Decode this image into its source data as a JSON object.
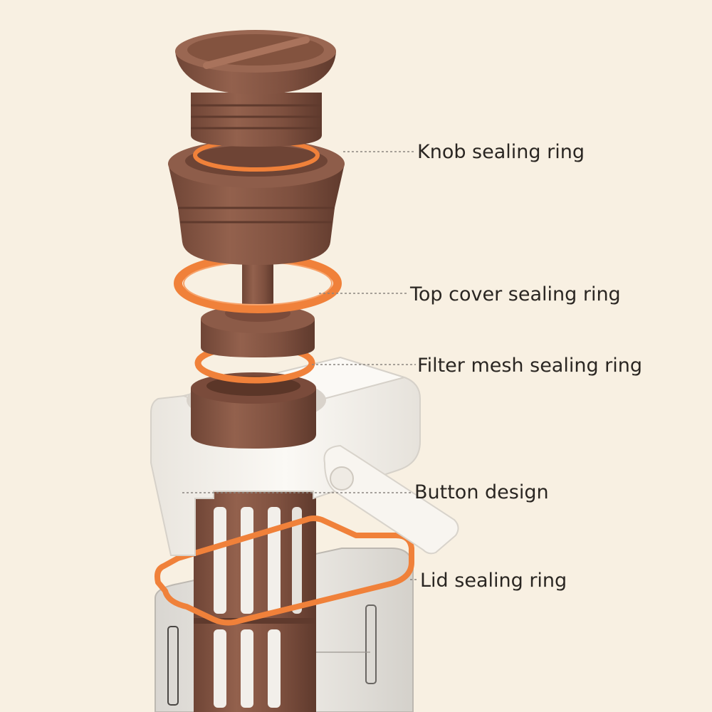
{
  "labels": {
    "knob_sealing_ring": "Knob sealing ring",
    "top_cover_sealing_ring": "Top cover sealing ring",
    "filter_mesh_sealing_ring": "Filter mesh sealing ring",
    "button_design": "Button design",
    "lid_sealing_ring": "Lid sealing ring"
  },
  "colors": {
    "background": "#f8f0e2",
    "brown_part": "#8a5a48",
    "brown_dark": "#6f4536",
    "sealing_ring": "#f0813a",
    "white_lid": "#f6f3ee",
    "jar_clear": "#e9e6e1",
    "text": "#2a2622",
    "leader_line": "#8a8580"
  }
}
